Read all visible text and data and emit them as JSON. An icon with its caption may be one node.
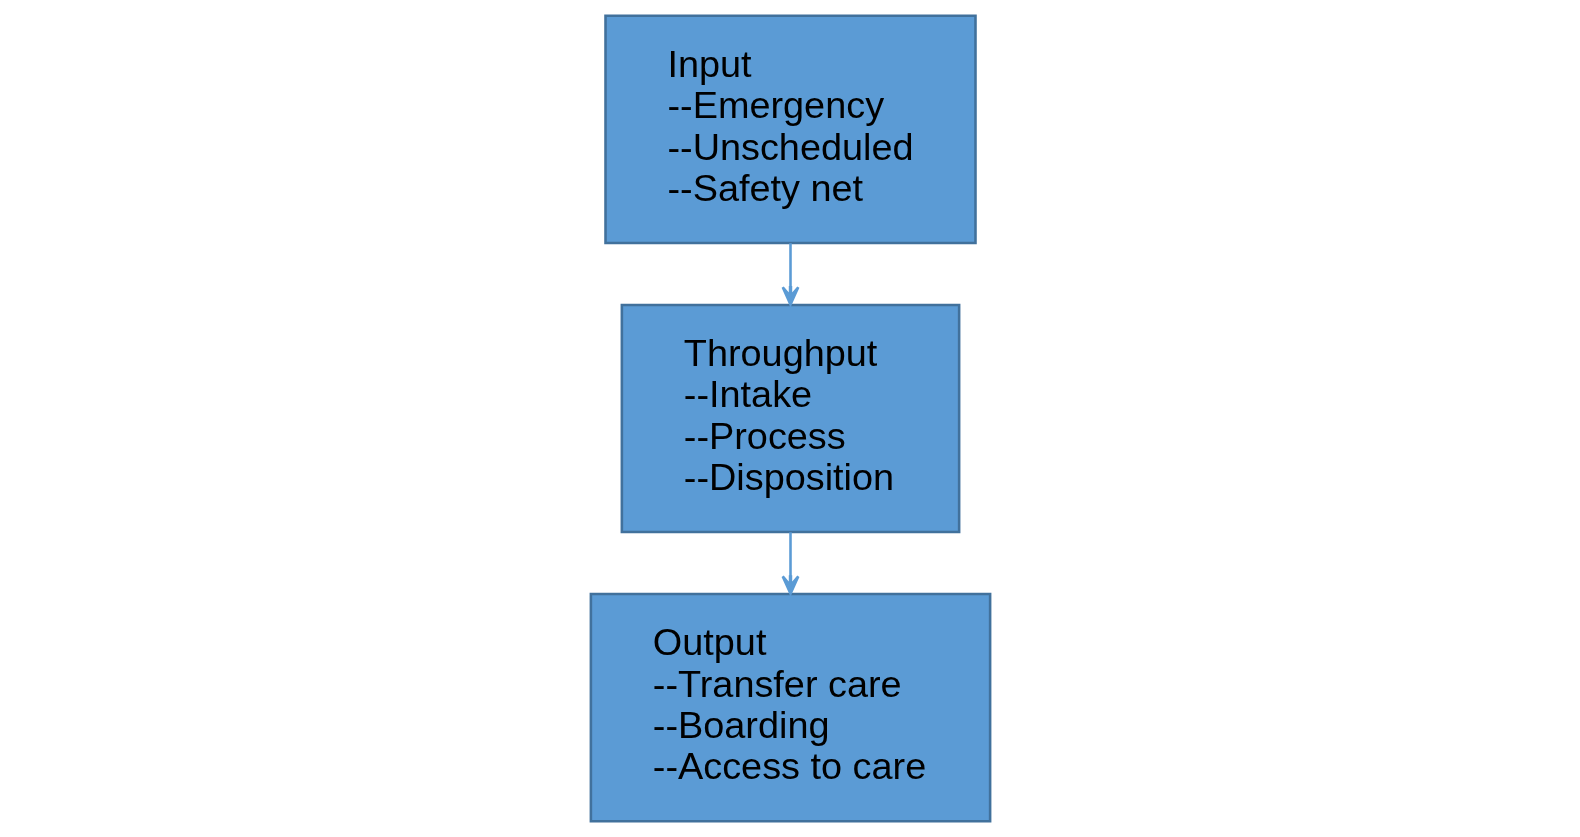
{
  "diagram": {
    "nodes": [
      {
        "text": [
          "Input",
          "--Emergency",
          "--Unscheduled",
          "--Safety net"
        ]
      },
      {
        "text": [
          "Throughput",
          "--Intake",
          "--Process",
          "--Disposition"
        ]
      },
      {
        "text": [
          "Output",
          "--Transfer care",
          "--Boarding",
          "--Access to care"
        ]
      }
    ],
    "edges": [
      {
        "from": 0,
        "to": 1,
        "arrow": "to"
      },
      {
        "from": 1,
        "to": 2,
        "arrow": "to"
      }
    ]
  }
}
